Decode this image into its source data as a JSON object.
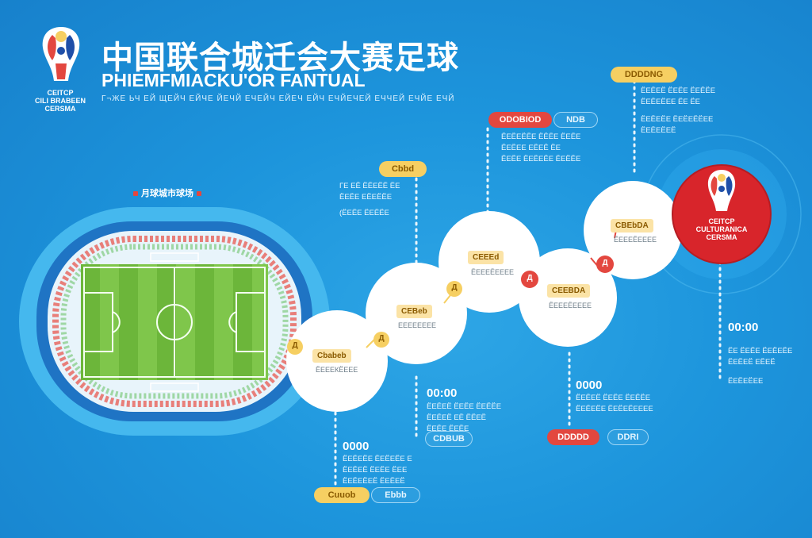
{
  "header": {
    "title_cn": "中国联合城迁会大赛足球",
    "title_en": "PHIEMFMIACKU'OR FANTUAL",
    "subtitle": "Г¬ЖЕ ЬЧ ЕЙ ЩЕЙЧ ЕЙЧЕ ЙЕЧЙ ЕЧЕЙЧ ЕЙЕЧ ЕЙЧ ЕЧЙЕЧЕЙ ЕЧЧЕЙ ЕЧЙЕ ЕЧЙ"
  },
  "logo": {
    "lines": [
      "CEITCP",
      "CILI BRABEEN",
      "CERSMA"
    ]
  },
  "stadium": {
    "label": "月球城市球场"
  },
  "emblem_right": {
    "lines": [
      "CEITCP",
      "CULTURANICA",
      "CERSMA"
    ]
  },
  "nodes": [
    {
      "label": "Cbabeb",
      "sub": "ЁЕЕЕКЁЕЕЕ",
      "marker": "Д"
    },
    {
      "label": "CEBeb",
      "sub": "ЕЕЕЕЕЕЕЕ",
      "marker": "Д"
    },
    {
      "label": "CEEEd",
      "sub": "ЁЕЕЕЁЕЕЕЕ",
      "marker": "Д"
    },
    {
      "label": "CEEBDA",
      "sub": "ЁЕЕЕЁЕЕЕЕ",
      "marker": "Д"
    },
    {
      "label": "CBEbDA",
      "sub": "ЁЕЕЕЁЕЕЕЕ",
      "marker": "Д"
    }
  ],
  "callouts": {
    "top_center_pill": "Cbbd",
    "top_center_lines": [
      "ГЕ ЕЁ ЁЁЕЁЁ ЁЕ",
      "ЁЕЁЕ ЕЁЕЁЁЕ",
      "(ЁЕЁЕ ЁЕЁЁЕ"
    ],
    "top_red_pill": "ODOBIOD",
    "top_red_outline": "NDB",
    "top_red_lines": [
      "ЁЕЁЕЁЁЕ ЁЁЁЕ ЁЕЁЕ",
      "ЁЕЁЕЕ ЕЁЕЁ ЁЕ",
      "ЁЕЁЕ ЁЕЁЕЁЕ ЁЕЁЁЕ"
    ],
    "top_right_pill": "DDDDNG",
    "top_right_lines": [
      "ЁЕЁЕЁ ЁЕЁЕ ЁЕЁЁЕ",
      "ЁЕЁЕЁЕЕ ЁЕ ЁЕ",
      "ЁЕЁЕЁЕ ЁЕЁЕЁЁЕЕ",
      "ЁЕЁЕЁЕЁ"
    ],
    "mid_time": "00:00",
    "mid_lines": [
      "ЁЕЁЕЁ ЁЕЁЕ ЁЕЁЁЕ",
      "ЁЕЁЕЁ ЕЁ ЁЁЕЁ",
      "ЁЕЁЕ ЁЕЁЕ"
    ],
    "mid_outline": "CDBUB",
    "bottom_time": "0000",
    "bottom_lines": [
      "ЁЕЁЕЁЕ ЁЕЁЕЁЕ Е",
      "ЁЕЁЕЁ ЁЕЁЕ ЁЕЕ",
      "ЁЕЁЕЁЕЁ ЁЕЁЕЁ"
    ],
    "bottom_pill_yellow": "Cuuob",
    "bottom_pill_outline": "Ebbb",
    "lower_mid_time": "0000",
    "lower_mid_lines": [
      "ЁЕЁЕЁ ЁЕЁЕ ЁЕЁЁЕ",
      "ЁЕЁЕЁЕ ЁЕЁЕЁЕЕЕЕ"
    ],
    "lower_mid_red": "DDDDD",
    "lower_mid_outline": "DDRI",
    "right_time": "00:00",
    "right_lines": [
      "ЁЕ ЁЕЁЕ ЁЕЁЕЁЕ",
      "ЁЕЁЕЁ ЕЁЕЁ",
      "ЁЕЁЕЁЕЕ"
    ]
  },
  "colors": {
    "background": "#1d95dc",
    "pitch_light": "#8fcf5a",
    "pitch_dark": "#6fb83f",
    "node_white": "#ffffff",
    "accent_yellow": "#f6cf62",
    "accent_red": "#e3473f",
    "emblem_red": "#d8252b"
  }
}
